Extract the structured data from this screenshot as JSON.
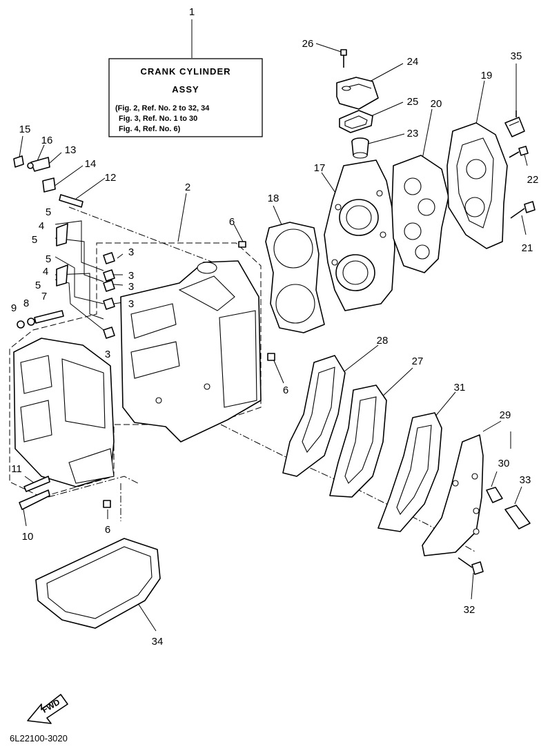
{
  "title_box": {
    "title_line1": "CRANK CYLINDER",
    "title_line2": "ASSY",
    "ref_line1": "(Fig. 2, Ref. No. 2 to 32, 34",
    "ref_line2": "Fig. 3, Ref. No. 1 to 30",
    "ref_line3": "Fig. 4, Ref. No. 6)"
  },
  "callouts": [
    "1",
    "26",
    "24",
    "35",
    "19",
    "25",
    "20",
    "23",
    "15",
    "16",
    "13",
    "14",
    "12",
    "17",
    "2",
    "18",
    "22",
    "21",
    "5",
    "4",
    "5",
    "6",
    "3",
    "3",
    "5",
    "4",
    "3",
    "5",
    "3",
    "7",
    "9",
    "8",
    "3",
    "28",
    "6",
    "27",
    "31",
    "29",
    "11",
    "30",
    "33",
    "10",
    "6",
    "34",
    "32"
  ],
  "direction_label": "FWD",
  "drawing_code": "6L22100-3020"
}
